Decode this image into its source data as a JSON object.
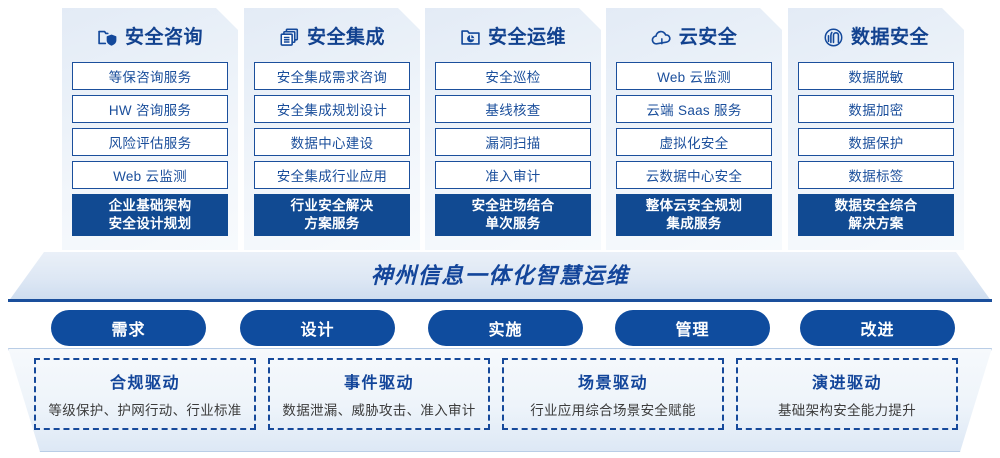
{
  "columns": [
    {
      "icon": "folder-shield-icon",
      "title": "安全咨询",
      "items": [
        "等保咨询服务",
        "HW 咨询服务",
        "风险评估服务",
        "Web 云监测"
      ],
      "footer": [
        "企业基础架构",
        "安全设计规划"
      ]
    },
    {
      "icon": "stacked-documents-icon",
      "title": "安全集成",
      "items": [
        "安全集成需求咨询",
        "安全集成规划设计",
        "数据中心建设",
        "安全集成行业应用"
      ],
      "footer": [
        "行业安全解决",
        "方案服务"
      ]
    },
    {
      "icon": "folder-chart-icon",
      "title": "安全运维",
      "items": [
        "安全巡检",
        "基线核查",
        "漏洞扫描",
        "准入审计"
      ],
      "footer": [
        "安全驻场结合",
        "单次服务"
      ]
    },
    {
      "icon": "cloud-icon",
      "title": "云安全",
      "items": [
        "Web 云监测",
        "云端 Saas 服务",
        "虚拟化安全",
        "云数据中心安全"
      ],
      "footer": [
        "整体云安全规划",
        "集成服务"
      ]
    },
    {
      "icon": "fingerprint-icon",
      "title": "数据安全",
      "items": [
        "数据脱敏",
        "数据加密",
        "数据保护",
        "数据标签"
      ],
      "footer": [
        "数据安全综合",
        "解决方案"
      ]
    }
  ],
  "banner": {
    "title": "神州信息一体化智慧运维"
  },
  "pills": [
    "需求",
    "设计",
    "实施",
    "管理",
    "改进"
  ],
  "drivers": [
    {
      "title": "合规驱动",
      "sub": "等级保护、护网行动、行业标准"
    },
    {
      "title": "事件驱动",
      "sub": "数据泄漏、威胁攻击、准入审计"
    },
    {
      "title": "场景驱动",
      "sub": "行业应用综合场景安全赋能"
    },
    {
      "title": "演进驱动",
      "sub": "基础架构安全能力提升"
    }
  ],
  "colors": {
    "brand_blue": "#12459a",
    "deep_blue": "#114a92",
    "pill_blue": "#0f4c9e",
    "card_border": "#1b4f9c"
  }
}
